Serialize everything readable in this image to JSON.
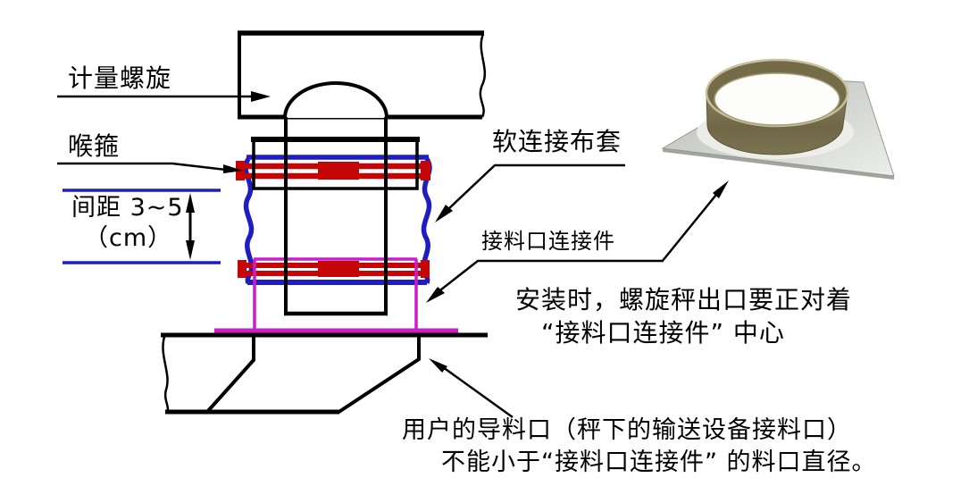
{
  "colors": {
    "line_black": "#000000",
    "sleeve_blue": "#1d1dc2",
    "clamp_red": "#c40606",
    "connector_magenta": "#cb1ecb",
    "spacing_blue": "#1d1dc2"
  },
  "labels": {
    "metering_screw": "计量螺旋",
    "hose_clamp": "喉箍",
    "spacing_line1": "间距 3~5",
    "spacing_line2": "（cm）",
    "soft_sleeve": "软连接布套",
    "inlet_connector": "接料口连接件"
  },
  "notes": {
    "install_line1": "安装时，螺旋秤出口要正对着",
    "install_line2": "“接料口连接件” 中心",
    "user_line1": "用户的导料口（秤下的输送设备接料口）",
    "user_line2": "不能小于“接料口连接件” 的料口直径。"
  }
}
